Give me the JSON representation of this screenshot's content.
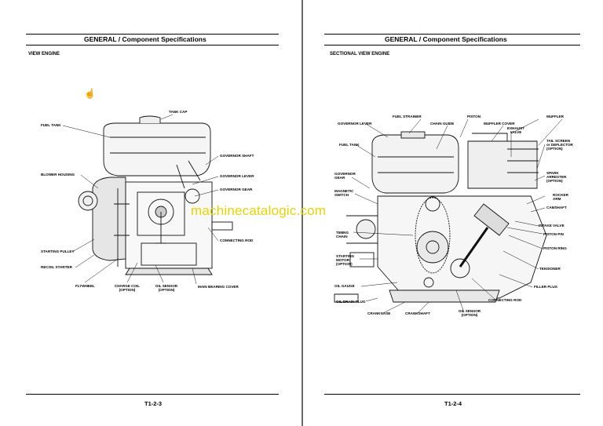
{
  "left_page": {
    "header_title": "GENERAL / Component Specifications",
    "section_title": "VIEW ENGINE",
    "page_number": "T1-2-3",
    "labels": {
      "tank_cap": "TANK CAP",
      "fuel_tank": "FUEL TANK",
      "governor_shaft": "GOVERNOR SHAFT",
      "blower_housing": "BLOWER HOUSING",
      "governor_lever": "GOVERNOR LEVER",
      "governor_gear": "GOVERNOR GEAR",
      "connecting_rod": "CONNECTING ROD",
      "starting_pulley": "STARTING PULLEY",
      "recoil_starter": "RECOIL STARTER",
      "flywheel": "FLYWHEEL",
      "charge_coil": "CHARGE COIL",
      "charge_coil_opt": "(OPTION)",
      "oil_sensor": "OIL SENSOR",
      "oil_sensor_opt": "(OPTION)",
      "main_bearing_cover": "MAIN BEARING COVER"
    }
  },
  "right_page": {
    "header_title": "GENERAL / Component Specifications",
    "section_title": "SECTIONAL VIEW ENGINE",
    "page_number": "T1-2-4",
    "labels": {
      "fuel_strainer": "FUEL STRAINER",
      "piston": "PISTON",
      "muffler": "MUFFLER",
      "governor_lever": "GOVERNOR LEVER",
      "chain_guide": "CHAIN GUIDE",
      "muffler_cover": "MUFFLER COVER",
      "exhaust": "EXHAUST",
      "valve": "VALVE",
      "fuel_tank": "FUEL TANK",
      "tail_screen": "TAIL SCREEN",
      "or_deflector": "or DEFLECTOR",
      "option1": "(OPTION)",
      "governor": "GOVERNOR",
      "gear": "GEAR",
      "spark": "SPARK",
      "arrester": "ARRESTER",
      "option2": "(OPTION)",
      "magnetic": "MAGNETIC",
      "switch": "SWITCH",
      "rocker": "ROCKER",
      "arm": "ARM",
      "camshaft": "CAMSHAFT",
      "intake_valve": "INTAKE VALVE",
      "timing": "TIMING",
      "chain": "CHAIN",
      "piston_pin": "PISTON PIN",
      "piston_ring": "PISTON RING",
      "starting": "STARTING",
      "motor": "MOTOR",
      "option3": "(OPTION)",
      "tensioner": "TENSIONER",
      "oil_gauge": "OIL GAUGE",
      "filler_plug": "FILLER PLUG",
      "oil_drain_plug": "OIL DRAIN PLUG",
      "connecting_rod": "CONNECTING ROD",
      "crankcase": "CRANKCASE",
      "crankshaft": "CRANKSHAFT",
      "oil_sensor": "OIL SENSOR",
      "option4": "(OPTION)"
    }
  },
  "watermark": "machinecatalogic.com",
  "icons": {
    "cursor": "hand-cursor-icon"
  },
  "colors": {
    "watermark": "#e6d400",
    "divider": "#6a6a6a"
  }
}
